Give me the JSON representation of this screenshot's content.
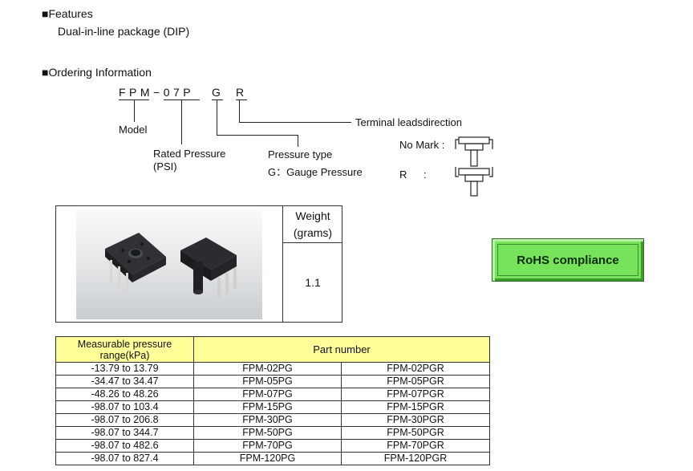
{
  "features": {
    "heading": "■Features",
    "text": "Dual-in-line package (DIP)"
  },
  "ordering": {
    "heading": "■Ordering Information",
    "code_main": "FPM−07P",
    "code_g": "G",
    "code_r": "R",
    "model_label": "Model",
    "rated_pressure_label": "Rated Pressure",
    "rated_pressure_unit": "(PSI)",
    "pressure_type_label": "Pressure type",
    "pressure_type_value": "G：Gauge Pressure",
    "terminal_label": "Terminal leadsdirection",
    "no_mark_label": "No Mark :",
    "r_label": "R",
    "r_colon": ":"
  },
  "weight_table": {
    "header_line1": "Weight",
    "header_line2": "(grams)",
    "value": "1.1"
  },
  "rohs": {
    "label": "RoHS compliance"
  },
  "parts_table": {
    "header_range_line1": "Measurable pressure",
    "header_range_line2": "range(kPa)",
    "header_part": "Part number",
    "rows": [
      {
        "range": "-13.79 to 13.79",
        "pg": "FPM-02PG",
        "pgr": "FPM-02PGR"
      },
      {
        "range": "-34.47 to 34.47",
        "pg": "FPM-05PG",
        "pgr": "FPM-05PGR"
      },
      {
        "range": "-48.26 to 48.26",
        "pg": "FPM-07PG",
        "pgr": "FPM-07PGR"
      },
      {
        "range": "-98.07 to 103.4",
        "pg": "FPM-15PG",
        "pgr": "FPM-15PGR"
      },
      {
        "range": "-98.07 to 206.8",
        "pg": "FPM-30PG",
        "pgr": "FPM-30PGR"
      },
      {
        "range": "-98.07 to 344.7",
        "pg": "FPM-50PG",
        "pgr": "FPM-50PGR"
      },
      {
        "range": "-98.07 to 482.6",
        "pg": "FPM-70PG",
        "pgr": "FPM-70PGR"
      },
      {
        "range": "-98.07 to 827.4",
        "pg": "FPM-120PG",
        "pgr": "FPM-120PGR"
      }
    ]
  }
}
